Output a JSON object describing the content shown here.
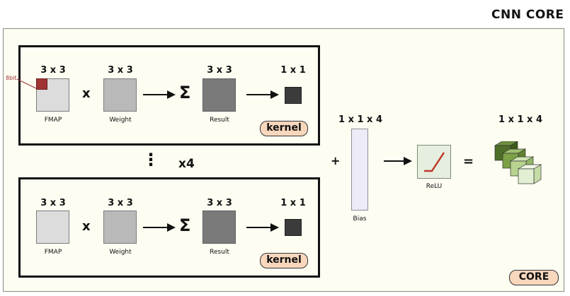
{
  "title": "CNN CORE",
  "core_label": "CORE",
  "kernel_top": {
    "fmap_dim": "3 x 3",
    "weight_dim": "3 x 3",
    "result_dim": "3 x 3",
    "output_dim": "1 x 1",
    "bit_label": "8bit",
    "fmap_label": "FMAP",
    "weight_label": "Weight",
    "result_label": "Result",
    "mult_symbol": "x",
    "sum_symbol": "Σ",
    "kernel_label": "kernel"
  },
  "kernel_bottom": {
    "fmap_dim": "3 x 3",
    "weight_dim": "3 x 3",
    "result_dim": "3 x 3",
    "output_dim": "1 x 1",
    "fmap_label": "FMAP",
    "weight_label": "Weight",
    "result_label": "Result",
    "mult_symbol": "x",
    "sum_symbol": "Σ",
    "kernel_label": "kernel"
  },
  "repeat": {
    "dots": "⋮",
    "count": "x4"
  },
  "bias": {
    "plus_symbol": "+",
    "dim": "1 x 1 x 4",
    "label": "Bias"
  },
  "relu": {
    "label": "ReLU"
  },
  "output": {
    "equals_symbol": "=",
    "dim": "1 x 1 x 4"
  },
  "colors": {
    "cube_dark": "#4f6e28",
    "cube_mid": "#7da147",
    "cube_light": "#b7d38f",
    "cube_pale": "#e3efd2",
    "relu_line": "#c0392b",
    "bit_cell": "#a03434",
    "pill_fill": "#f8d7bd"
  }
}
